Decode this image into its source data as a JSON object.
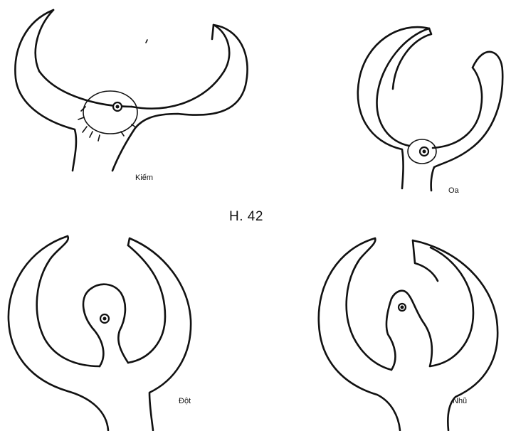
{
  "figure": {
    "caption": "H. 42",
    "labels": {
      "kiem": "Kiếm",
      "oa": "Oa",
      "dot": "Đột",
      "nhu": "Nhũ"
    }
  }
}
